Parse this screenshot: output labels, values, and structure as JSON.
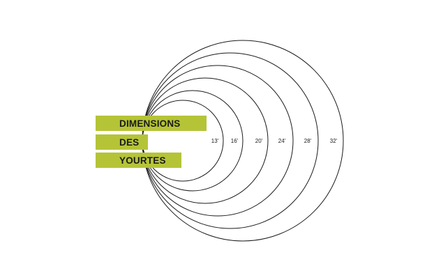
{
  "title": {
    "lines": [
      "DIMENSIONS",
      "DES",
      "YOURTES"
    ],
    "bar_color": "#b5c437"
  },
  "rings": [
    {
      "label": "13'"
    },
    {
      "label": "16'"
    },
    {
      "label": "20'"
    },
    {
      "label": "24'"
    },
    {
      "label": "28'"
    },
    {
      "label": "32'"
    }
  ],
  "colors": {
    "ring_stroke": "#1a1a1a",
    "background": "#ffffff"
  }
}
